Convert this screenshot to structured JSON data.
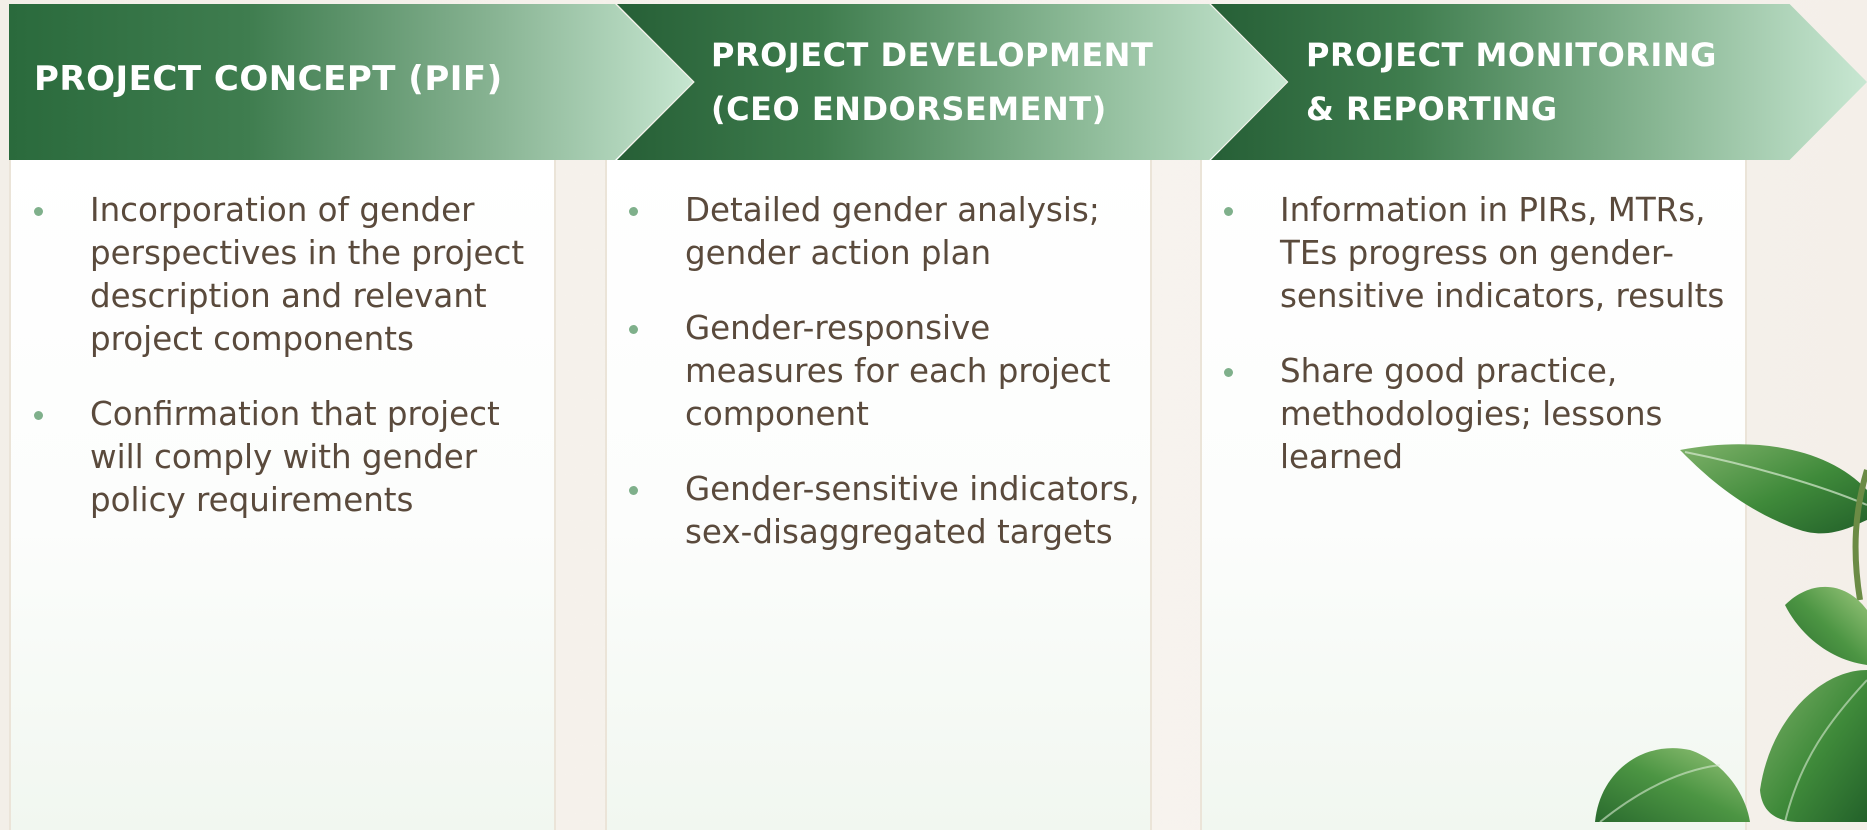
{
  "stages": [
    {
      "title": "PROJECT CONCEPT (PIF)",
      "bullets": [
        "Incorporation of gender perspectives in the project description and relevant project components",
        "Confirmation that project will comply with gender policy requirements"
      ]
    },
    {
      "title": "PROJECT DEVELOPMENT\n(CEO ENDORSEMENT)",
      "bullets": [
        "Detailed gender analysis; gender action plan",
        "Gender-responsive measures for each project component",
        "Gender-sensitive indicators, sex-disaggregated targets"
      ]
    },
    {
      "title": "PROJECT MONITORING\n& REPORTING",
      "bullets": [
        "Information in PIRs, MTRs, TEs progress on gender-sensitive indicators, results",
        "Share good practice, methodologies; lessons learned"
      ]
    }
  ],
  "colors": {
    "chevron_dark": "#2a6a3c",
    "chevron_light": "#c6e6d0",
    "body_text": "#5a4a3c",
    "bullet": "#7fb08b",
    "background": "#f5f1ec"
  },
  "decorations": {
    "plant_image": "fiddle-leaf-fig-plant"
  }
}
